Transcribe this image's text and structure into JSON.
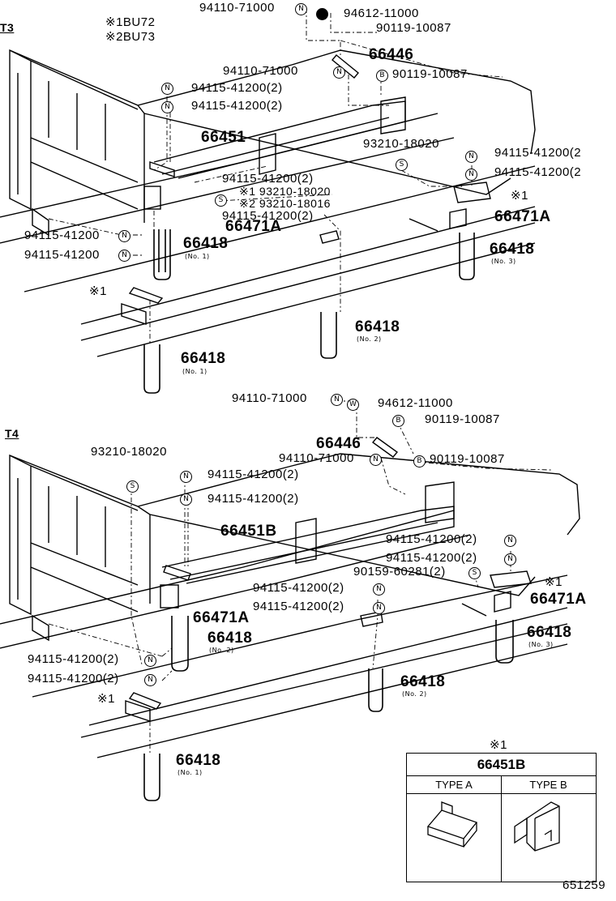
{
  "models": {
    "marker": "※",
    "model1": "1BU72",
    "model2": "2BU73"
  },
  "figure_number": "651259",
  "legend": {
    "ref": "※1",
    "title": "66451B",
    "type_a": "TYPE  A",
    "type_b": "TYPE  B"
  },
  "t3": {
    "section": "T3",
    "labels": {
      "p94110_top": "94110-71000",
      "p94612": "94612-11000",
      "p90119_a": "90119-10087",
      "p66446": "66446",
      "p94110_mid": "94110-71000",
      "p90119_b": "90119-10087",
      "p94115_l1": "94115-41200(2)",
      "p94115_l2": "94115-41200(2)",
      "p66451": "66451",
      "p93210_r": "93210-18020",
      "p94115_r1": "94115-41200(2",
      "p94115_r2": "94115-41200(2",
      "ref_r": "※1",
      "p94115_c1": "94115-41200(2)",
      "p93210_c1": "※1 93210-18020",
      "p93210_c2": "※2 93210-18016",
      "p94115_c2": "94115-41200(2)",
      "p66471A_r": "66471A",
      "p66471A_l": "66471A",
      "p94115_ll1": "94115-41200",
      "p94115_ll2": "94115-41200",
      "p66418_a": "66418",
      "p66418_a_no": "(No. 1)",
      "p66418_b": "66418",
      "p66418_b_no": "(No. 3)",
      "ref_l": "※1",
      "p66418_c": "66418",
      "p66418_c_no": "(No. 2)",
      "p66418_d": "66418",
      "p66418_d_no": "(No. 1)"
    }
  },
  "t4": {
    "section": "T4",
    "labels": {
      "p94110_top": "94110-71000",
      "p94612": "94612-11000",
      "p90119_a": "90119-10087",
      "p66446": "66446",
      "p93210": "93210-18020",
      "p94110_mid": "94110-71000",
      "p90119_b": "90119-10087",
      "p94115_1": "94115-41200(2)",
      "p94115_2": "94115-41200(2)",
      "p66451B": "66451B",
      "p94115_r1": "94115-41200(2)",
      "p94115_r2": "94115-41200(2)",
      "p90159": "90159-60281(2)",
      "ref_r": "※1",
      "p94115_c1": "94115-41200(2)",
      "p66471A_r": "66471A",
      "p94115_c2": "94115-41200(2)",
      "p66471A_l": "66471A",
      "p66418_a": "66418",
      "p66418_a_no": "(No. 2)",
      "p66418_r": "66418",
      "p66418_r_no": "(No. 3)",
      "p94115_l1": "94115-41200(2)",
      "p94115_l2": "94115-41200(2)",
      "p66418_c": "66418",
      "p66418_c_no": "(No. 2)",
      "ref_l": "※1",
      "p66418_d": "66418",
      "p66418_d_no": "(No. 1)"
    }
  }
}
